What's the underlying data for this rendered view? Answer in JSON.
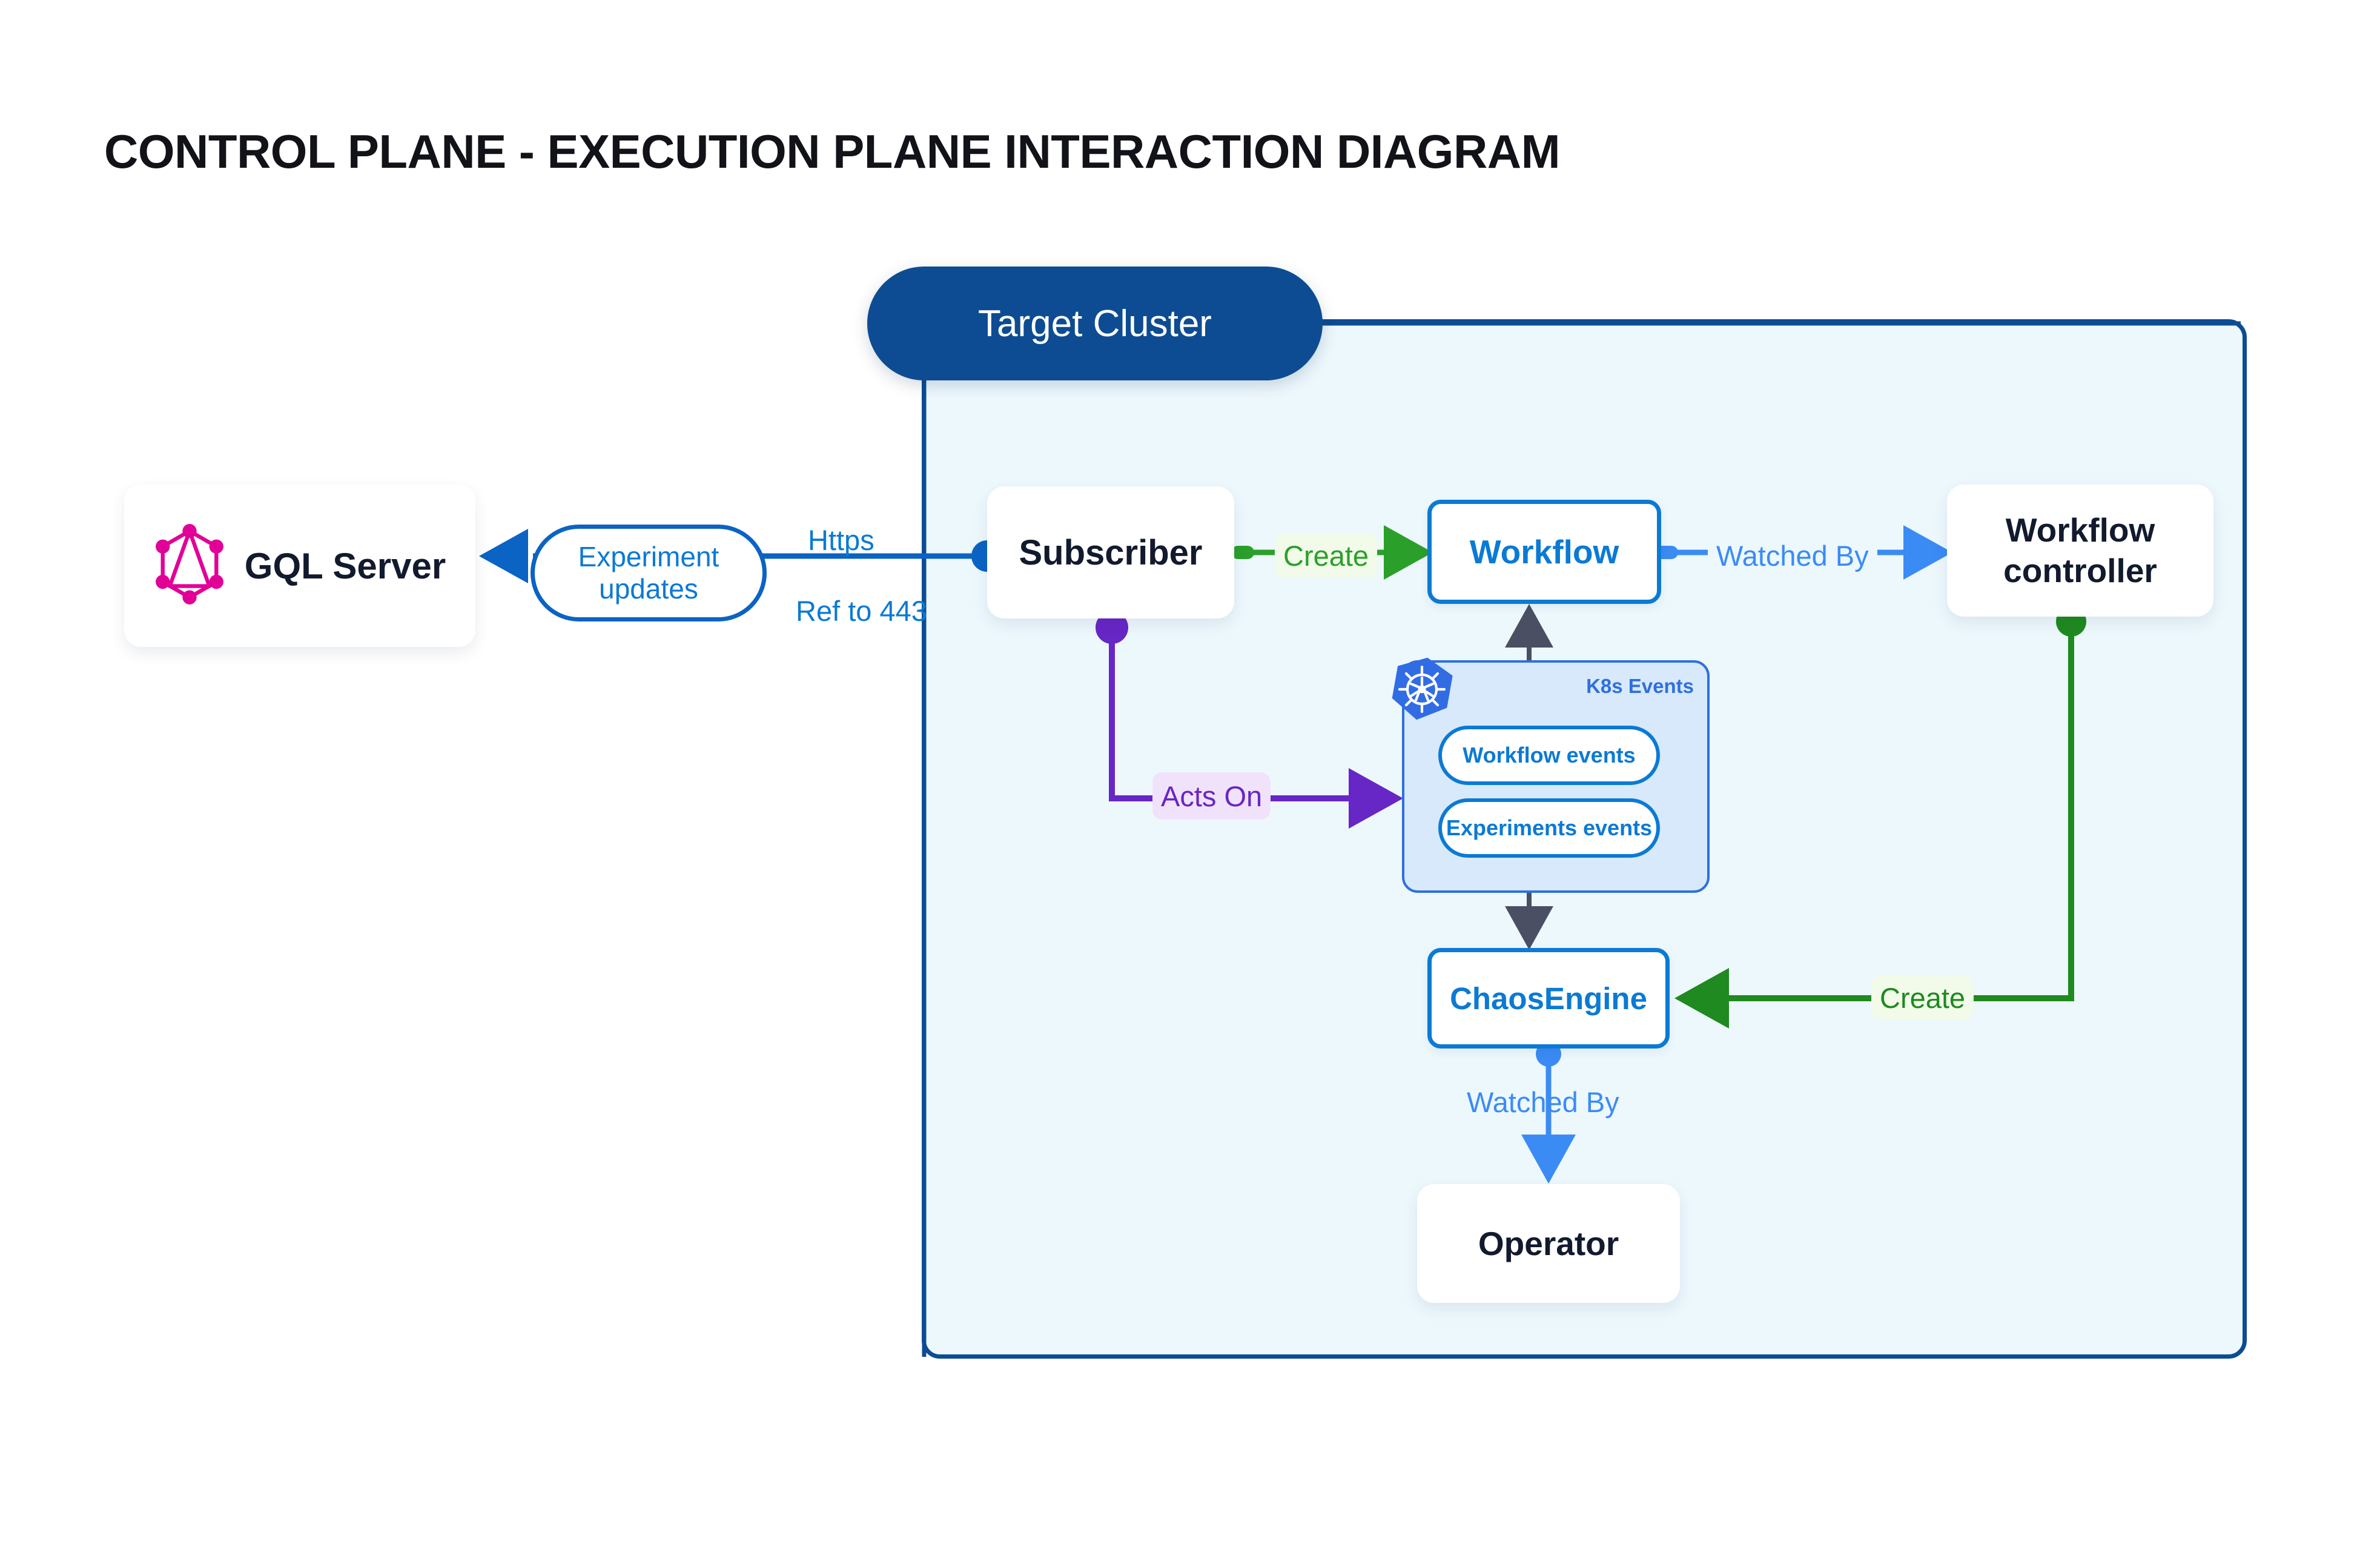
{
  "title": "CONTROL PLANE - EXECUTION PLANE INTERACTION DIAGRAM",
  "cluster": {
    "pill_label": "Target Cluster"
  },
  "nodes": {
    "gql_server": "GQL Server",
    "subscriber": "Subscriber",
    "workflow": "Workflow",
    "workflow_controller": "Workflow controller",
    "chaos_engine": "ChaosEngine",
    "operator": "Operator"
  },
  "k8s_group": {
    "caption": "K8s Events",
    "pills": [
      "Workflow events",
      "Experiments events"
    ]
  },
  "edge_labels": {
    "experiment_updates": "Experiment updates",
    "https": "Https",
    "ref_to_443": "Ref to 443",
    "create_left": "Create",
    "watched_by_top": "Watched By",
    "create_right": "Create",
    "watched_by_bottom": "Watched By",
    "acts_on": "Acts On"
  },
  "colors": {
    "cluster_border": "#0d4c92",
    "cluster_fill": "#edf8fd",
    "pill_fill": "#0d4c92",
    "blue": "#0b7ad4",
    "blue_light": "#3b8bf5",
    "green": "#2aa02a",
    "green_dark": "#1f8a1f",
    "purple": "#6726c6",
    "gray_arrow": "#4a4f63",
    "graphql_pink": "#e10098",
    "k8s_blue": "#326ce5",
    "text_dark": "#121a2e"
  }
}
